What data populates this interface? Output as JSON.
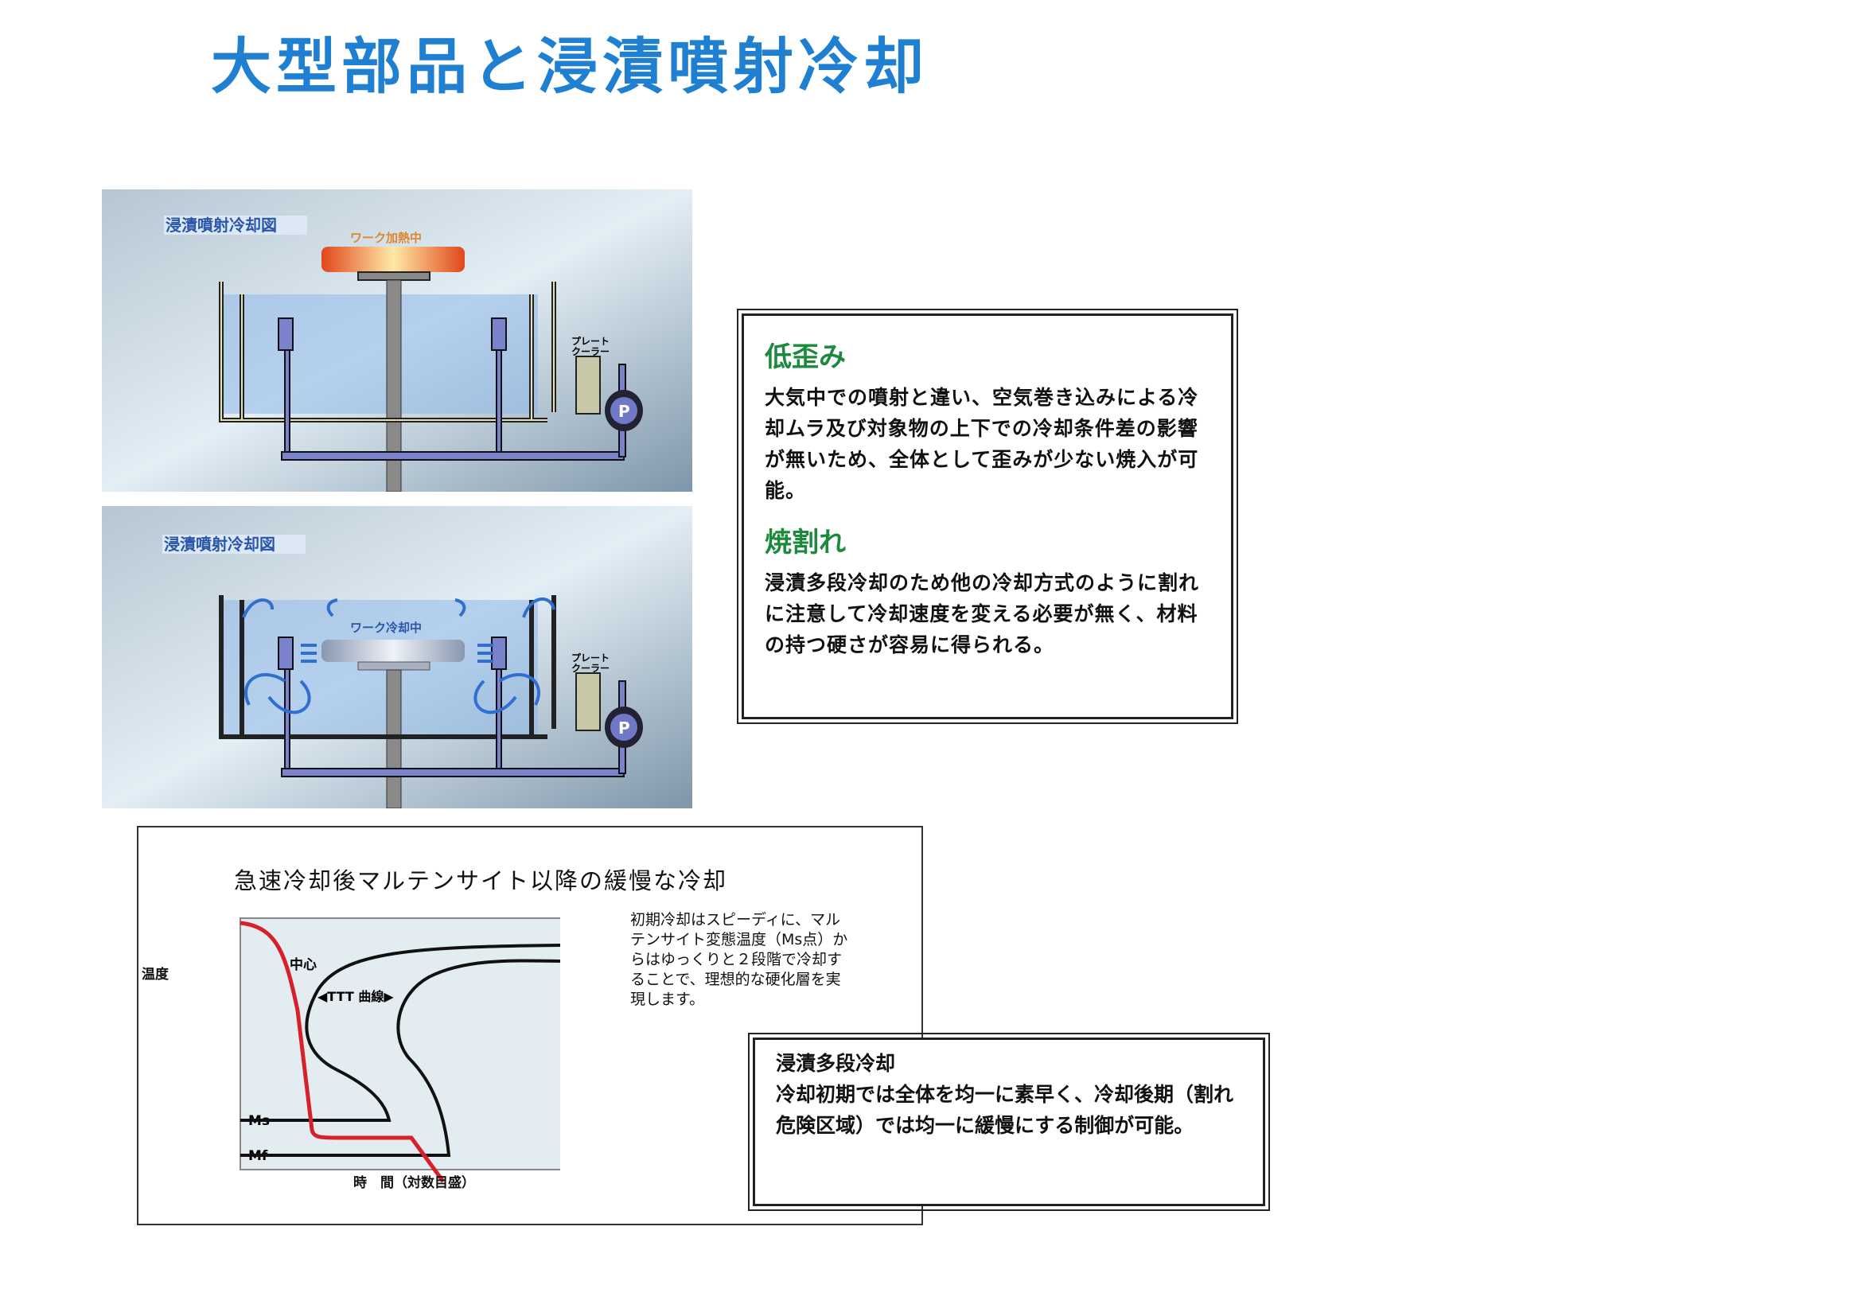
{
  "title": "大型部品と浸漬噴射冷却",
  "diagrams": [
    {
      "label": "浸漬噴射冷却図",
      "work_label": "ワーク加熱中",
      "cooler_label": [
        "プレート",
        "クーラー"
      ],
      "pump_label": "P"
    },
    {
      "label": "浸漬噴射冷却図",
      "work_label": "ワーク冷却中",
      "cooler_label": [
        "プレート",
        "クーラー"
      ],
      "pump_label": "P"
    }
  ],
  "features": [
    {
      "heading": "低歪み",
      "body": "大気中での噴射と違い、空気巻き込みによる冷却ムラ及び対象物の上下での冷却条件差の影響が無いため、全体として歪みが少ない焼入が可能。"
    },
    {
      "heading": "焼割れ",
      "body": "浸漬多段冷却のため他の冷却方式のように割れに注意して冷却速度を変える必要が無く、材料の持つ硬さが容易に得られる。"
    }
  ],
  "chart": {
    "title": "急速冷却後マルテンサイト以降の緩慢な冷却",
    "ylabel": "温度",
    "xlabel": "時　間（対数目盛）",
    "curve_label": "中心",
    "ttt_label": "◀TTT 曲線▶",
    "ms_label": "Ms",
    "mf_label": "Mf",
    "note": "初期冷却はスピーディに、マルテンサイト変態温度（Ms点）からはゆっくりと２段階で冷却することで、理想的な硬化層を実現します。",
    "colors": {
      "cooling_curve": "#d8202a",
      "ttt": "#111111",
      "plot_bg": "#e3ecf1"
    }
  },
  "multistage": {
    "heading": "浸漬多段冷却",
    "body": "冷却初期では全体を均一に素早く、冷却後期（割れ危険区域）では均一に緩慢にする制御が可能。"
  }
}
